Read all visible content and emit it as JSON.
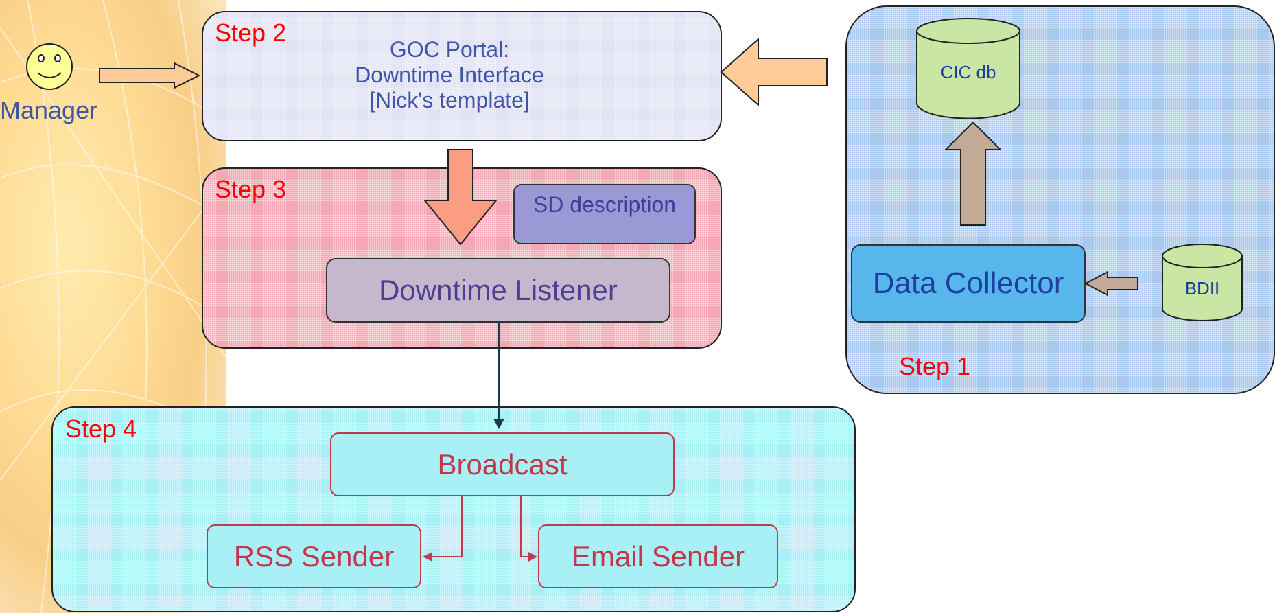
{
  "manager": {
    "label": "Manager"
  },
  "step1": {
    "label": "Step 1",
    "cic_db": "CIC db",
    "data_collector": "Data Collector",
    "bdii": "BDII"
  },
  "step2": {
    "label": "Step 2",
    "title_line1": "GOC Portal:",
    "title_line2": "Downtime Interface",
    "title_line3": "[Nick's template]"
  },
  "step3": {
    "label": "Step 3",
    "sd_description": "SD description",
    "downtime_listener": "Downtime Listener"
  },
  "step4": {
    "label": "Step 4",
    "broadcast": "Broadcast",
    "rss_sender": "RSS Sender",
    "email_sender": "Email Sender"
  },
  "colors": {
    "step1_panel": "#a9c9ef",
    "step2_panel": "#e1e2f3",
    "step3_panel": "#f3a8b4",
    "step4_panel": "#a9f0f6",
    "step_label": "#ff0000",
    "arrow_orange": "#ffcc99",
    "arrow_brown": "#c2aa96"
  }
}
